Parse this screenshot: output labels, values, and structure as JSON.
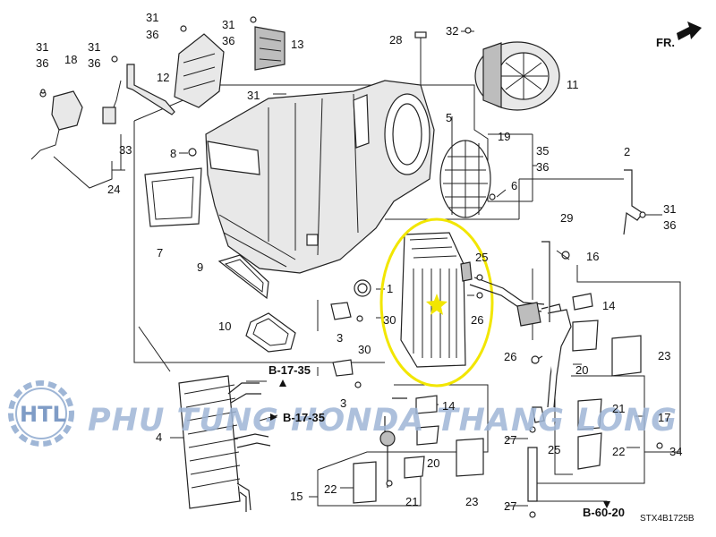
{
  "callouts": {
    "c1": "1",
    "c2": "2",
    "c3a": "3",
    "c3b": "3",
    "c4": "4",
    "c5": "5",
    "c6": "6",
    "c7": "7",
    "c8": "8",
    "c9": "9",
    "c10": "10",
    "c11": "11",
    "c12": "12",
    "c13": "13",
    "c14a": "14",
    "c14b": "14",
    "c15": "15",
    "c16": "16",
    "c17": "17",
    "c18": "18",
    "c19": "19",
    "c20a": "20",
    "c20b": "20",
    "c21a": "21",
    "c21b": "21",
    "c22a": "22",
    "c22b": "22",
    "c23a": "23",
    "c23b": "23",
    "c24": "24",
    "c25a": "25",
    "c25b": "25",
    "c26a": "26",
    "c26b": "26",
    "c27a": "27",
    "c27b": "27",
    "c28": "28",
    "c29": "29",
    "c30a": "30",
    "c30b": "30",
    "c31a": "31",
    "c31b": "31",
    "c31c": "31",
    "c31d": "31",
    "c31e": "31",
    "c32": "32",
    "c33": "33",
    "c34": "34",
    "c35": "35",
    "c36a": "36",
    "c36b": "36",
    "c36c": "36",
    "c36d": "36",
    "c36e": "36"
  },
  "refs": {
    "b1735a": "B-17-35",
    "b1735b": "B-17-35",
    "b6020": "B-60-20"
  },
  "direction_label": "FR.",
  "drawing_code": "STX4B1725B",
  "watermark": {
    "logo": "HTL",
    "text": "PHU TUNG HONDA THANG LONG"
  },
  "highlight_color": "#f2e600",
  "watermark_color": "#9fb6d6"
}
